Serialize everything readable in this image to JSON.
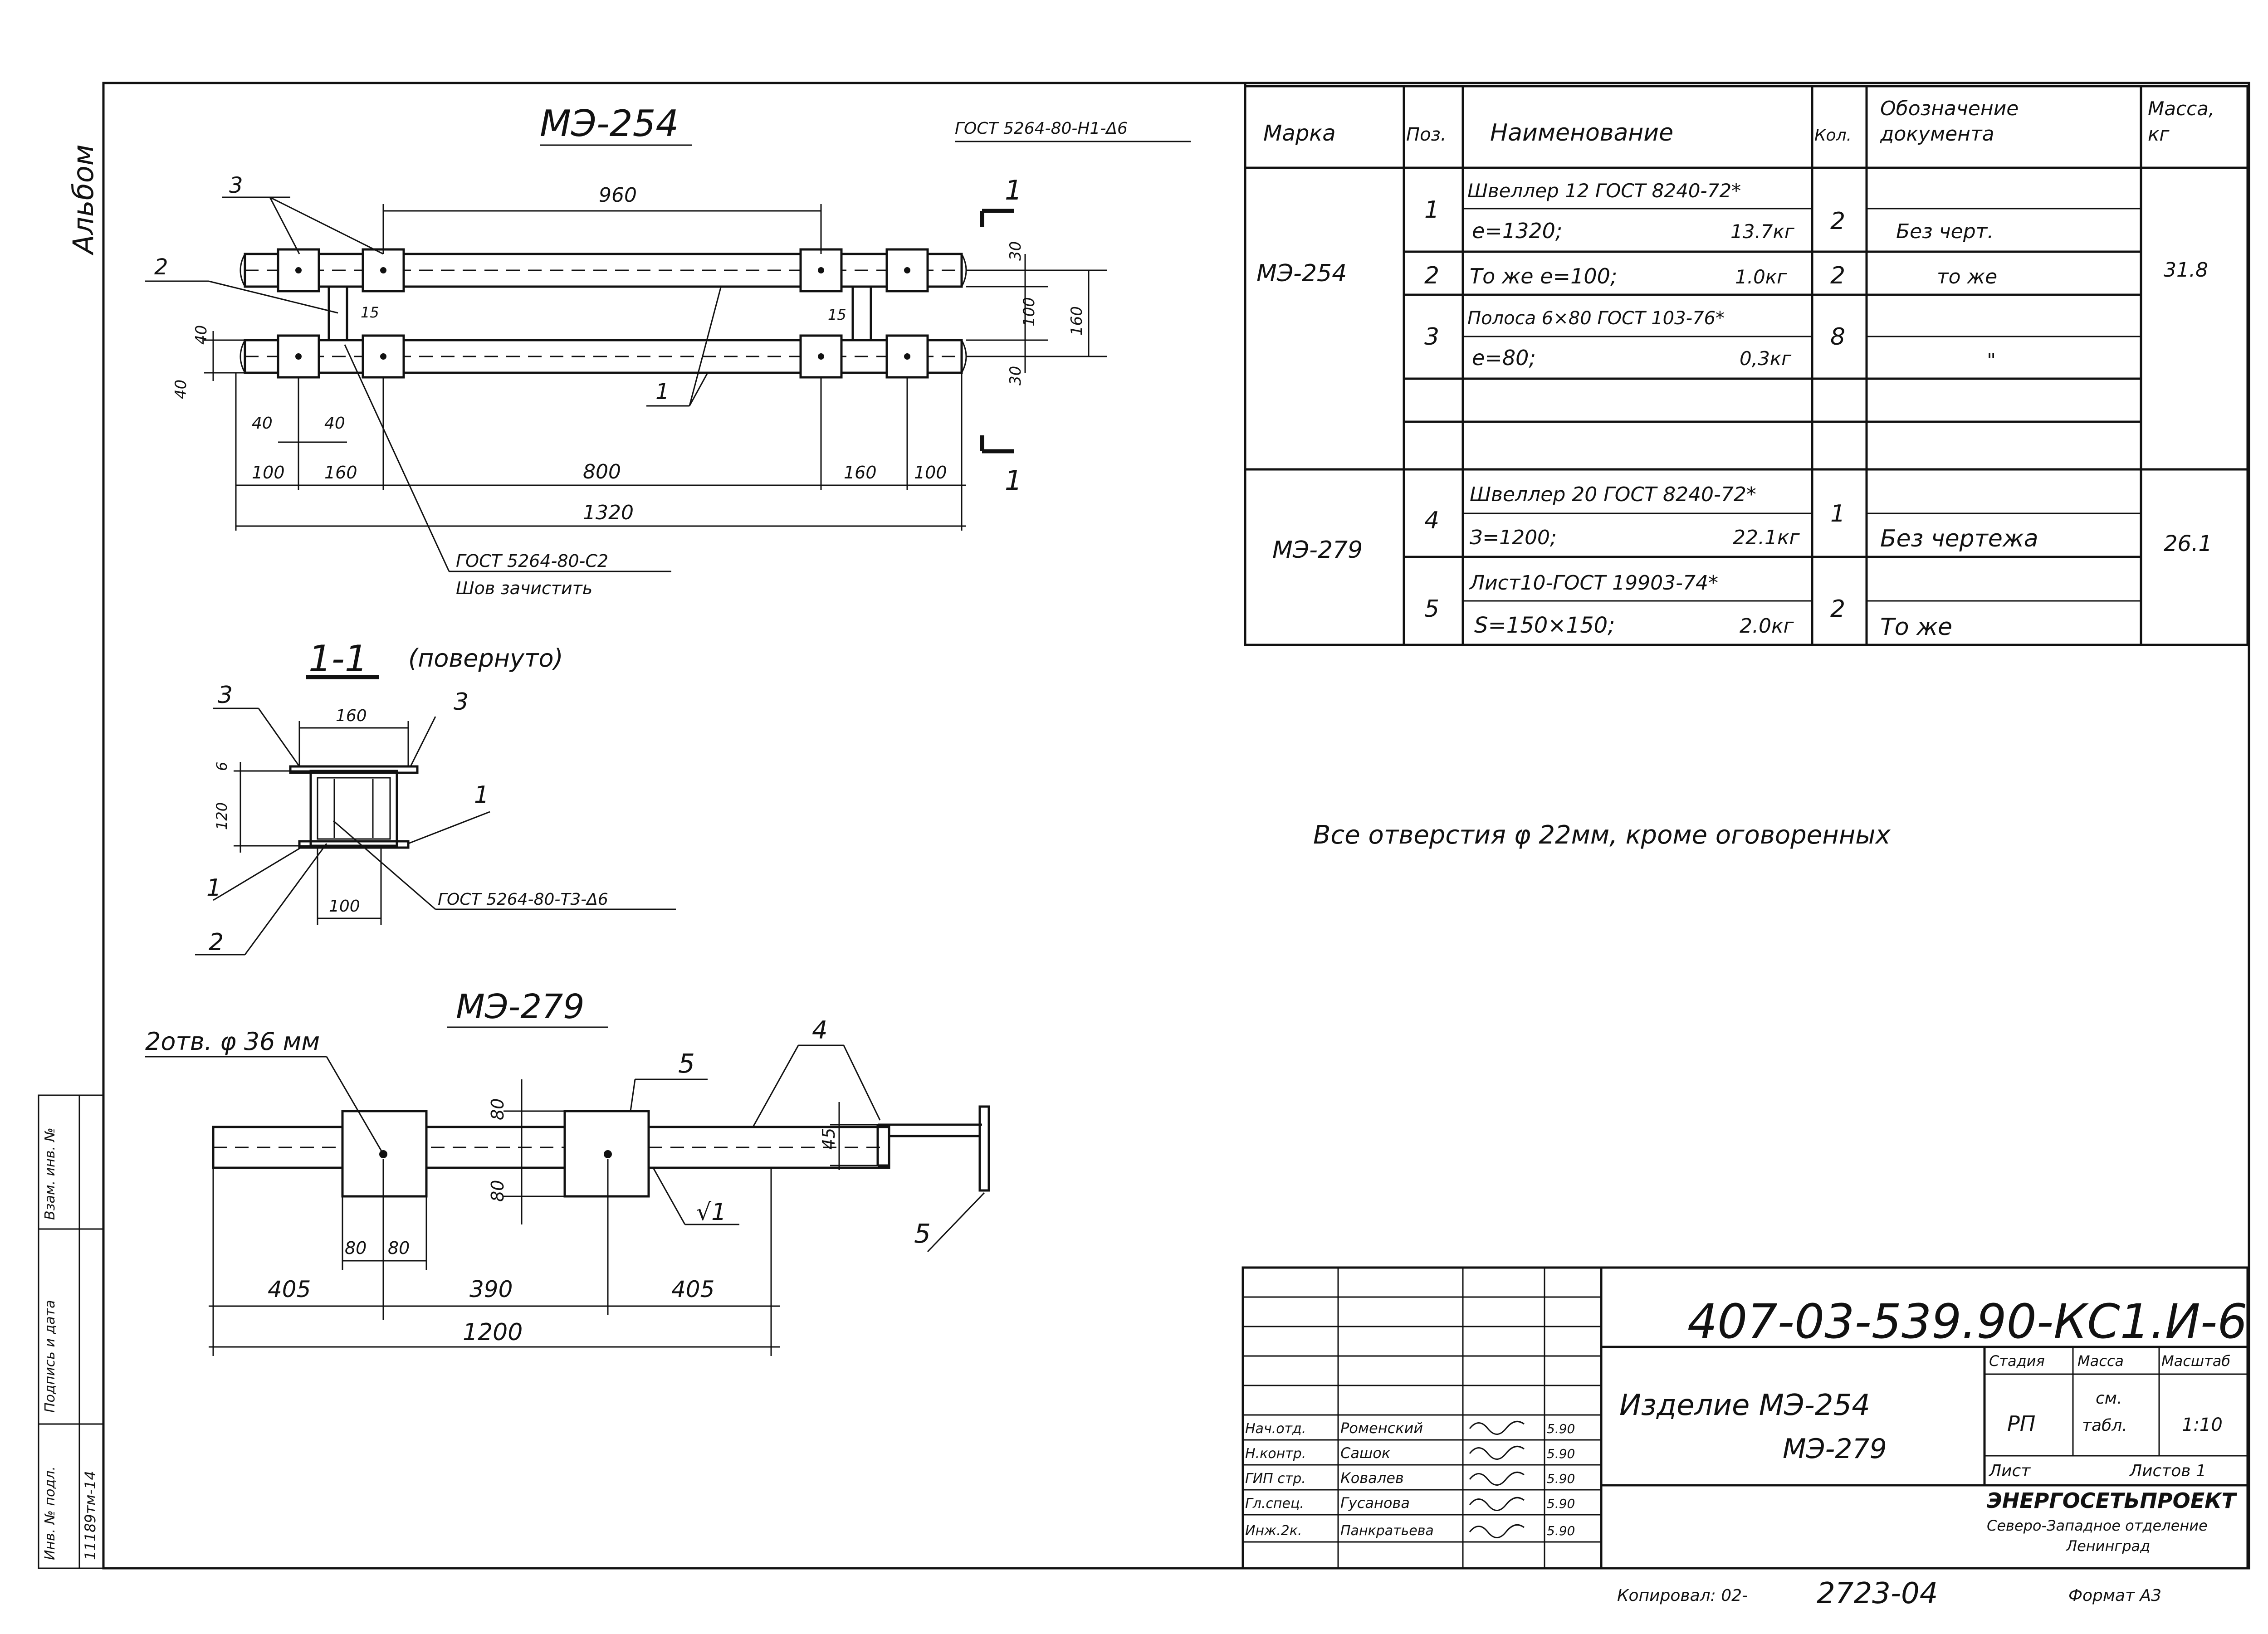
{
  "album_label": "Альбом",
  "inv_box": {
    "row1": "Инв. № подл.",
    "row2": "Подпись и дата",
    "row3": "Взам. инв. №",
    "number": "11189тм-14"
  },
  "me254": {
    "title": "МЭ-254",
    "weld_top": "ГОСТ 5264-80-Н1-Δ6",
    "dim_960": "960",
    "dim_30a": "30",
    "dim_100": "100",
    "dim_160": "160",
    "dim_30b": "30",
    "dim_40a": "40",
    "dim_40b": "40",
    "dim_40c": "40",
    "dim_40d": "40",
    "dim_15a": "15",
    "dim_15b": "15",
    "dim_b100": "100",
    "dim_b160": "160",
    "dim_b800": "800",
    "dim_b160r": "160",
    "dim_b100r": "100",
    "dim_1320": "1320",
    "pos_3": "3",
    "pos_2": "2",
    "pos_1": "1",
    "cut_1a": "1",
    "cut_1b": "1",
    "weld_bottom_1": "ГОСТ 5264-80-С2",
    "weld_bottom_2": "Шов зачистить"
  },
  "section": {
    "title": "1-1",
    "subtitle": "(повернуто)",
    "dim_160": "160",
    "dim_6": "6",
    "dim_120": "120",
    "dim_100": "100",
    "pos_3a": "3",
    "pos_3b": "3",
    "pos_1a": "1",
    "pos_1b": "1",
    "pos_2": "2",
    "weld": "ГОСТ 5264-80-Т3-Δ6"
  },
  "me279": {
    "title": "МЭ-279",
    "holes": "2отв. φ 36 мм",
    "pos_5a": "5",
    "pos_4": "4",
    "pos_5b": "5",
    "pos_1": "√1",
    "dim_80a": "80",
    "dim_80b": "80",
    "dim_45": "45",
    "dim_80c": "80",
    "dim_80d": "80",
    "dim_405a": "405",
    "dim_390": "390",
    "dim_405b": "405",
    "dim_1200": "1200"
  },
  "spec": {
    "headers": [
      "Марка",
      "Поз.",
      "Наименование",
      "Кол.",
      "Обозначение документа",
      "Масса, кг"
    ],
    "me254_mark": "МЭ-254",
    "me254_mass": "31.8",
    "me279_mark": "МЭ-279",
    "me279_mass": "26.1",
    "rows": [
      {
        "pos": "1",
        "name1": "Швеллер 12 ГОСТ 8240-72*",
        "name2": "е=1320;",
        "mass": "13.7кг",
        "qty": "2",
        "doc": "Без черт."
      },
      {
        "pos": "2",
        "name1": "То же е=100;",
        "name2": "",
        "mass": "1.0кг",
        "qty": "2",
        "doc": "то же"
      },
      {
        "pos": "3",
        "name1": "Полоса 6×80 ГОСТ 103-76*",
        "name2": "е=80;",
        "mass": "0,3кг",
        "qty": "8",
        "doc": "\""
      },
      {
        "pos": "4",
        "name1": "Швеллер 20 ГОСТ 8240-72*",
        "name2": "З=1200;",
        "mass": "22.1кг",
        "qty": "1",
        "doc": "Без чертежа"
      },
      {
        "pos": "5",
        "name1": "Лист10-ГОСТ 19903-74*",
        "name2": "S=150×150;",
        "mass": "2.0кг",
        "qty": "2",
        "doc": "То же"
      }
    ]
  },
  "note": "Все отверстия φ 22мм, кроме оговоренных",
  "title_block": {
    "code": "407-03-539.90-КС1.И-6",
    "product1": "Изделие МЭ-254",
    "product2": "МЭ-279",
    "stage_h": "Стадия",
    "mass_h": "Масса",
    "scale_h": "Масштаб",
    "stage": "РП",
    "mass1": "см.",
    "mass2": "табл.",
    "scale": "1:10",
    "sheet": "Лист",
    "sheets": "Листов 1",
    "org1": "ЭНЕРГОСЕТЬПРОЕКТ",
    "org2": "Северо-Западное отделение",
    "org3": "Ленинград",
    "signers": [
      {
        "role": "Нач.отд.",
        "name": "Роменский",
        "date": "5.90"
      },
      {
        "role": "Н.контр.",
        "name": "Сашок",
        "date": "5.90"
      },
      {
        "role": "ГИП стр.",
        "name": "Ковалев",
        "date": "5.90"
      },
      {
        "role": "Гл.спец.",
        "name": "Гусанова",
        "date": "5.90"
      },
      {
        "role": "Инж.2к.",
        "name": "Панкратьева",
        "date": "5.90"
      }
    ]
  },
  "footer": {
    "copied": "Копировал: 02-",
    "number": "2723-04",
    "format": "Формат А3"
  }
}
